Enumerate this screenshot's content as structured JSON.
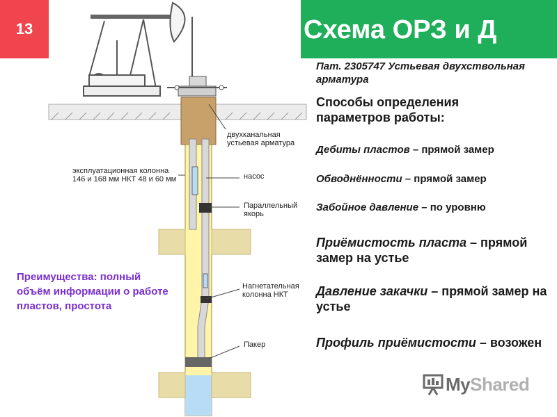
{
  "slide": {
    "number": "13"
  },
  "title": "Схема ОРЗ и Д",
  "patent": "Пат. 2305747 Устьевая двухствольная арматура",
  "methods": {
    "heading": "Способы определения параметров работы:",
    "items": [
      {
        "param": "Дебиты пластов",
        "value": " – прямой замер"
      },
      {
        "param": "Обводнённости",
        "value": " – прямой замер"
      },
      {
        "param": "Забойное давление",
        "value": " – по уровню"
      },
      {
        "param": "Приёмистость пласта",
        "value": " – прямой замер на устье"
      },
      {
        "param": "Давление закачки",
        "value": " – прямой замер на устье"
      },
      {
        "param": "Профиль приёмистости",
        "value": " – возожен"
      }
    ]
  },
  "advantages": "Преимущества: полный объём информации о работе пластов, простота",
  "diagram": {
    "labels": {
      "wellhead": "двухканальная устьевая арматура",
      "casing": "эксплуатационная колонна 146 и 168 мм НКТ 48 и 60 мм",
      "pump": "насос",
      "anchor": "Параллельный якорь",
      "injection": "Нагнетательная колонна НКТ",
      "packer": "Пакер"
    }
  },
  "logo": {
    "text_my": "My",
    "text_shared": "Shared"
  },
  "colors": {
    "slide_number_bg": "#f0444f",
    "title_bg": "#1fae5a",
    "advantages_text": "#7a2fd0",
    "formation": "#e8dca8",
    "well_fill": "#fff4a8",
    "water": "#b8dcf5"
  }
}
